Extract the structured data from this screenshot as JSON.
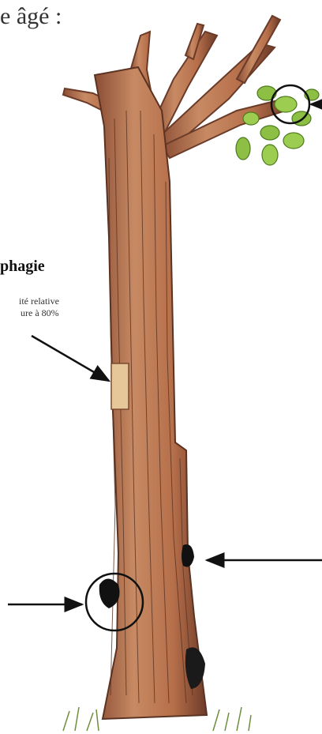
{
  "title_fragment": "e âgé :",
  "heading_fragment": "phagie",
  "note": {
    "line1": "ité relative",
    "line2": "ure à 80%"
  },
  "colors": {
    "bark": "#b46a45",
    "bark_dark": "#5a3323",
    "leaf": "#8dbf45",
    "leaf_dark": "#4d7a1e",
    "grass": "#6d8f3c",
    "cavity": "#111111",
    "arrow": "#111111",
    "panel": "#e6c79a"
  }
}
